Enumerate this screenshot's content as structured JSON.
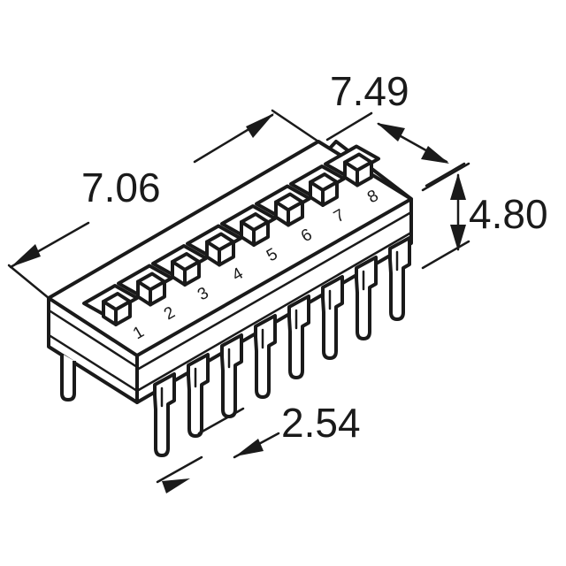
{
  "dimensions": {
    "length": "7.06",
    "width": "7.49",
    "height": "4.80",
    "pitch": "2.54"
  },
  "switch_numbers": [
    "1",
    "2",
    "3",
    "4",
    "5",
    "6",
    "7",
    "8"
  ]
}
